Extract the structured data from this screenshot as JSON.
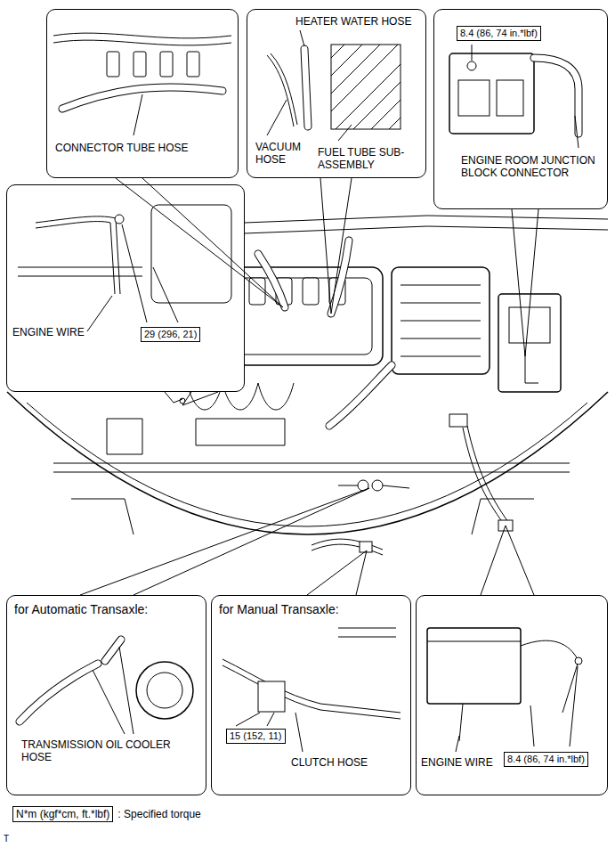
{
  "diagram": {
    "nodes": [
      {
        "text": [
          "CONNECTOR TUBE HOSE"
        ]
      },
      {
        "text": [
          "HEATER WATER HOSE",
          "VACUUM HOSE",
          "FUEL TUBE SUB-ASSEMBLY"
        ]
      },
      {
        "text": [
          "ENGINE ROOM JUNCTION BLOCK CONNECTOR"
        ]
      },
      {
        "text": [
          "8.4 (86, 74 in.*lbf)"
        ],
        "in": 2
      },
      {
        "text": [
          "ENGINE WIRE"
        ]
      },
      {
        "text": [
          "29 (296, 21)"
        ],
        "in": 4
      },
      {
        "text": [
          "for Automatic Transaxle:",
          "TRANSMISSION OIL COOLER HOSE"
        ]
      },
      {
        "text": [
          "for Manual Transaxle:",
          "CLUTCH HOSE"
        ]
      },
      {
        "text": [
          "15 (152, 11)"
        ],
        "in": 7
      },
      {
        "text": [
          "ENGINE WIRE"
        ]
      },
      {
        "text": [
          "8.4 (86, 74 in.*lbf)"
        ],
        "in": 9
      },
      {
        "text": [
          "N*m (kgf*cm, ft.*lbf)"
        ]
      }
    ],
    "labels": [
      ": Specified torque",
      "T"
    ]
  }
}
